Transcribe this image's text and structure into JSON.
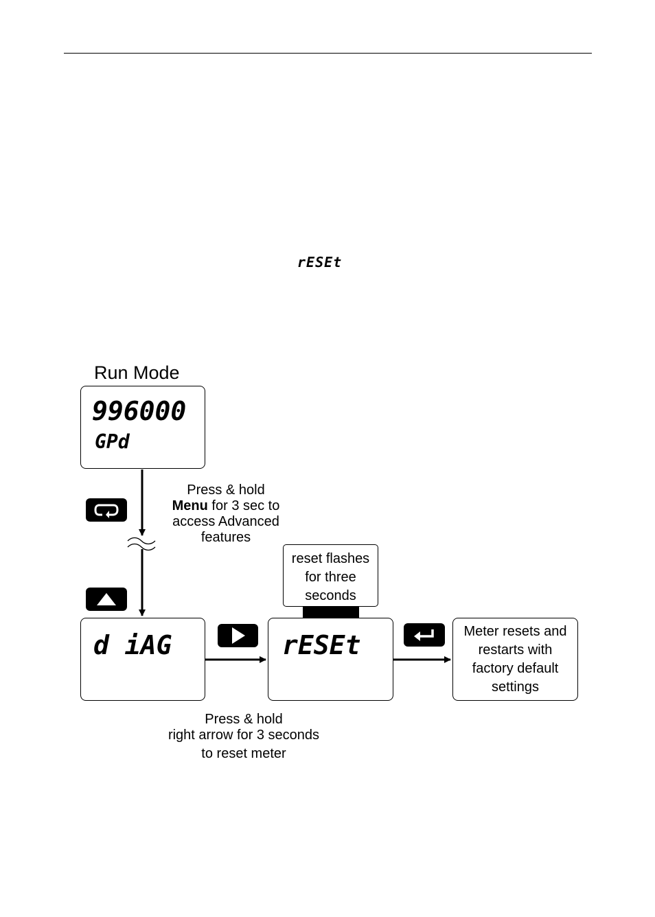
{
  "inline_text": {
    "reset_symbol": "rESEt"
  },
  "diagram": {
    "title": "Run Mode",
    "run_display": {
      "line1": "996000",
      "line2": "GPd"
    },
    "menu_note": {
      "line1": "Press & hold",
      "bold": "Menu",
      "line2_rest": " for 3 sec to",
      "line3": "access Advanced",
      "line4": "features"
    },
    "diag_display": "d iAG",
    "reset_display": "rESEt",
    "flash_note": [
      "reset flashes",
      "for three",
      "seconds"
    ],
    "result_note": [
      "Meter resets and",
      "restarts with",
      "factory default",
      "settings"
    ],
    "bottom_note": [
      "Press & hold",
      "right arrow for 3 seconds",
      "to reset meter"
    ],
    "icons": [
      "menu-button-icon",
      "up-button-icon",
      "right-button-icon",
      "enter-button-icon",
      "break-tilde-icon"
    ]
  }
}
